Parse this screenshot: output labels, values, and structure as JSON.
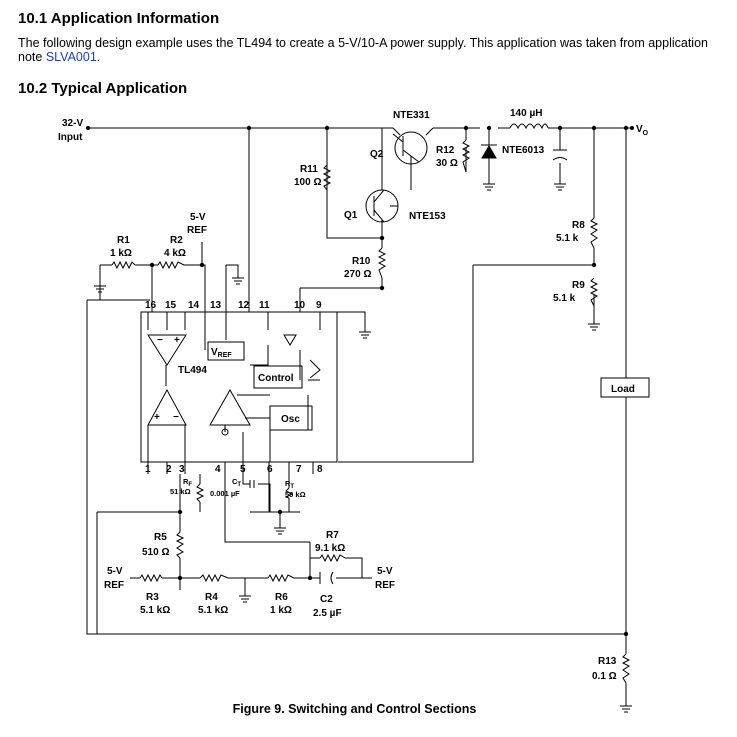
{
  "heading1": "10.1 Application Information",
  "intro": {
    "text": "The following design example uses the TL494 to create a 5-V/10-A power supply. This application was taken from application note ",
    "link": "SLVA001",
    "tail": "."
  },
  "heading2": "10.2 Typical Application",
  "caption": "Figure 9.  Switching and Control Sections",
  "labels": {
    "input_v": "32-V",
    "input": "Input",
    "nte331": "NTE331",
    "q2": "Q2",
    "inductor": "140 µH",
    "vo": "V",
    "vo_sub": "O",
    "r12": "R12",
    "r12_val": "30 Ω",
    "nte6013": "NTE6013",
    "r11": "R11",
    "r11_val": "100 Ω",
    "q1": "Q1",
    "nte153": "NTE153",
    "r8": "R8",
    "r8_val": "5.1 k",
    "ref5v_a": "5-V",
    "ref_a": "REF",
    "r1": "R1",
    "r1_val": "1 kΩ",
    "r2": "R2",
    "r2_val": "4 kΩ",
    "r10": "R10",
    "r10_val": "270 Ω",
    "r9": "R9",
    "r9_val": "5.1 k",
    "pins_top": [
      "16",
      "15",
      "14",
      "13",
      "12",
      "11",
      "10",
      "9"
    ],
    "vref": "V",
    "vref_sub": "REF",
    "tl494": "TL494",
    "control": "Control",
    "load": "Load",
    "osc": "Osc",
    "pins_bottom": [
      "1",
      "2",
      "3",
      "4",
      "5",
      "6",
      "7",
      "8"
    ],
    "rf": "R",
    "rf_sub": "F",
    "rf_val": "51 kΩ",
    "ct": "C",
    "ct_sub": "T",
    "ct_val": "0.001 µF",
    "rt": "R",
    "rt_sub": "T",
    "rt_val": "50 kΩ",
    "r5": "R5",
    "r5_val": "510 Ω",
    "r7": "R7",
    "r7_val": "9.1 kΩ",
    "ref5v_b": "5-V",
    "ref_b": "REF",
    "ref5v_c": "5-V",
    "ref_c": "REF",
    "r3": "R3",
    "r3_val": "5.1 kΩ",
    "r4": "R4",
    "r4_val": "5.1 kΩ",
    "r6": "R6",
    "r6_val": "1 kΩ",
    "c2": "C2",
    "c2_val": "2.5 µF",
    "r13": "R13",
    "r13_val": "0.1 Ω",
    "plus": "+",
    "minus": "−"
  }
}
